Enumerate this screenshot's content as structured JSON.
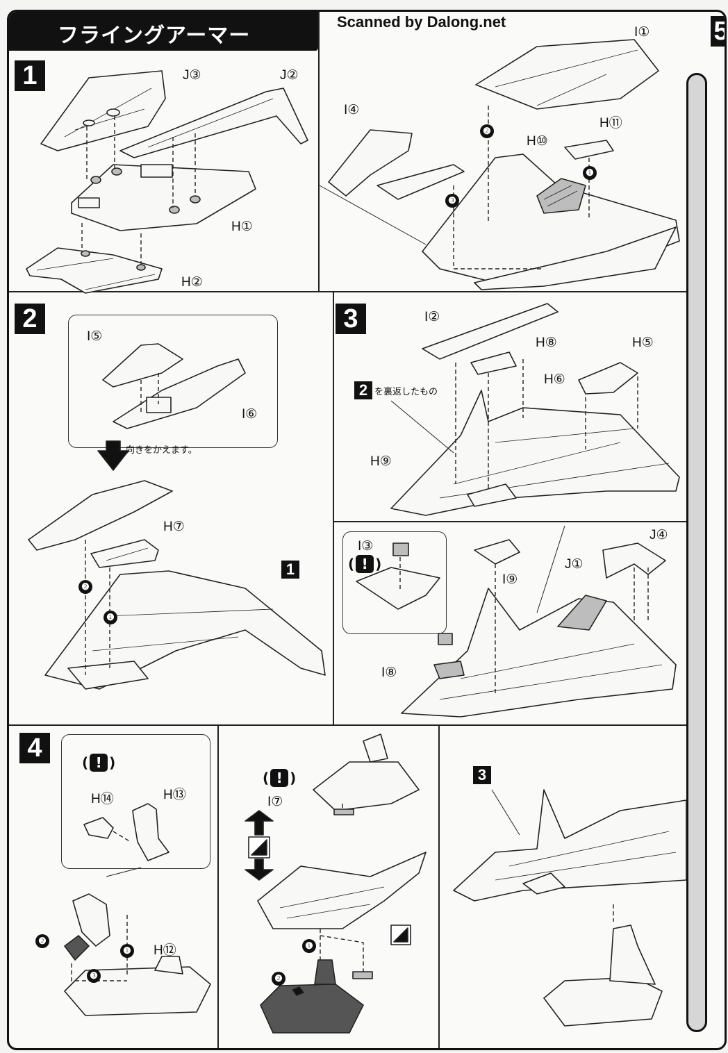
{
  "header": {
    "title": "フライングアーマー",
    "watermark": "Scanned by Dalong.net"
  },
  "steps": {
    "s1": "1",
    "s2": "2",
    "s3": "3",
    "s4": "4",
    "s5": "5"
  },
  "step1": {
    "parts": [
      "J③",
      "J②",
      "H①",
      "H②",
      "I①",
      "I④",
      "H⑪",
      "H⑩"
    ],
    "order": [
      "❶",
      "❷",
      "❸"
    ]
  },
  "step2": {
    "parts": [
      "I⑤",
      "I⑥",
      "H⑦"
    ],
    "note_turn": "向きをかえます。",
    "ref": "1",
    "order": [
      "❶",
      "❷"
    ]
  },
  "step3": {
    "parts": [
      "I②",
      "H⑧",
      "H⑤",
      "H⑥",
      "H⑨",
      "I③",
      "I⑨",
      "J①",
      "J④",
      "I⑧"
    ],
    "note_flip_ref": "2",
    "note_flip": "を裏返したもの",
    "warn_mark": "!"
  },
  "step4": {
    "parts": [
      "H⑭",
      "H⑬",
      "H⑫",
      "I⑦"
    ],
    "warn_mark": "!",
    "ref": "3",
    "order": [
      "❶",
      "❷",
      "❸"
    ]
  }
}
